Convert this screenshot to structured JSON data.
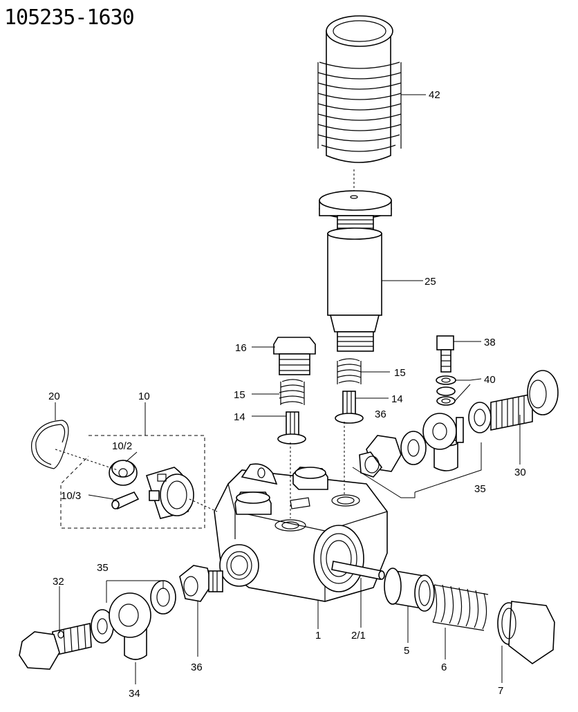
{
  "document": {
    "title": "105235-1630"
  },
  "callouts": {
    "c42": "42",
    "c25": "25",
    "c16": "16",
    "c15a": "15",
    "c15b": "15",
    "c14a": "14",
    "c14b": "14",
    "c38": "38",
    "c40": "40",
    "c36a": "36",
    "c30": "30",
    "c35a": "35",
    "c20": "20",
    "c10": "10",
    "c10_2": "10/2",
    "c10_3": "10/3",
    "c35b": "35",
    "c32": "32",
    "c34": "34",
    "c36b": "36",
    "c1": "1",
    "c2_1": "2/1",
    "c5": "5",
    "c6": "6",
    "c7": "7"
  }
}
